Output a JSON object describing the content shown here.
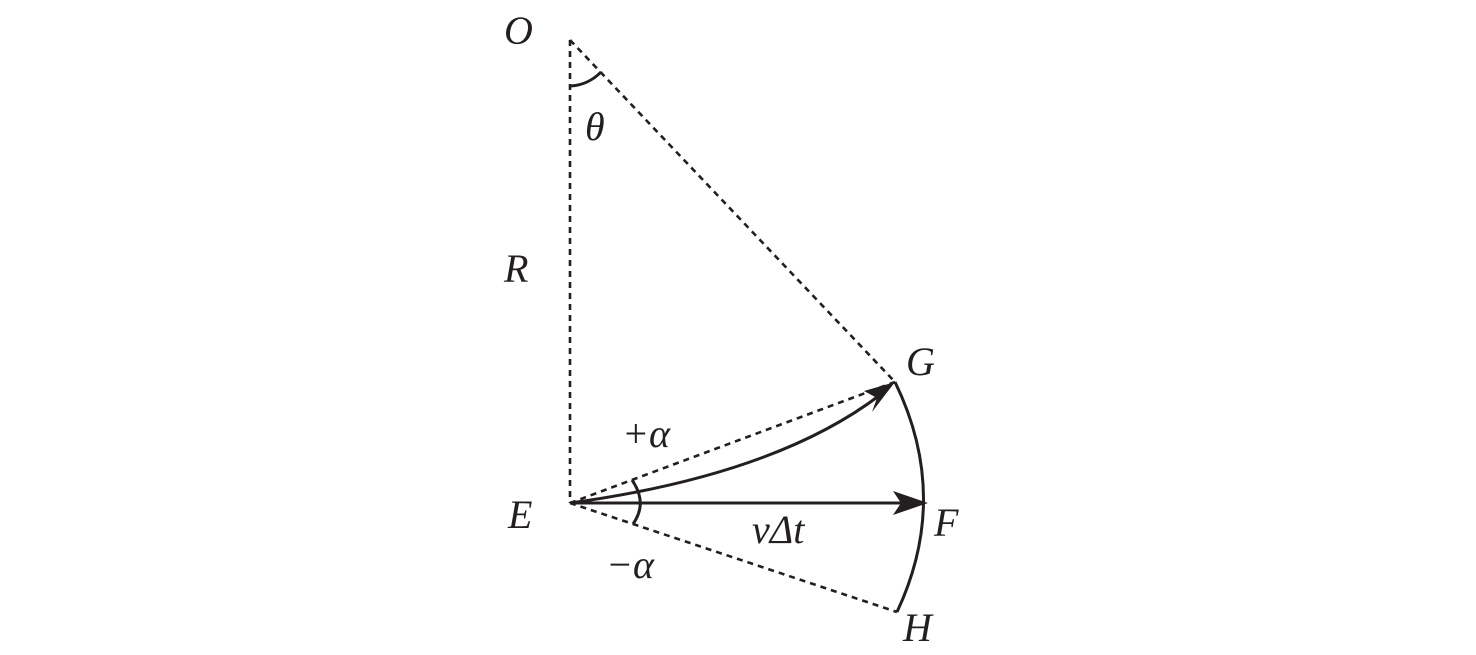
{
  "diagram": {
    "points": {
      "O": "O",
      "E": "E",
      "F": "F",
      "G": "G",
      "H": "H"
    },
    "labels": {
      "theta": "θ",
      "radius": "R",
      "plus_alpha": "+α",
      "minus_alpha": "−α",
      "displacement": "vΔt"
    },
    "colors": {
      "ink": "#231f20",
      "background": "#ffffff"
    }
  }
}
